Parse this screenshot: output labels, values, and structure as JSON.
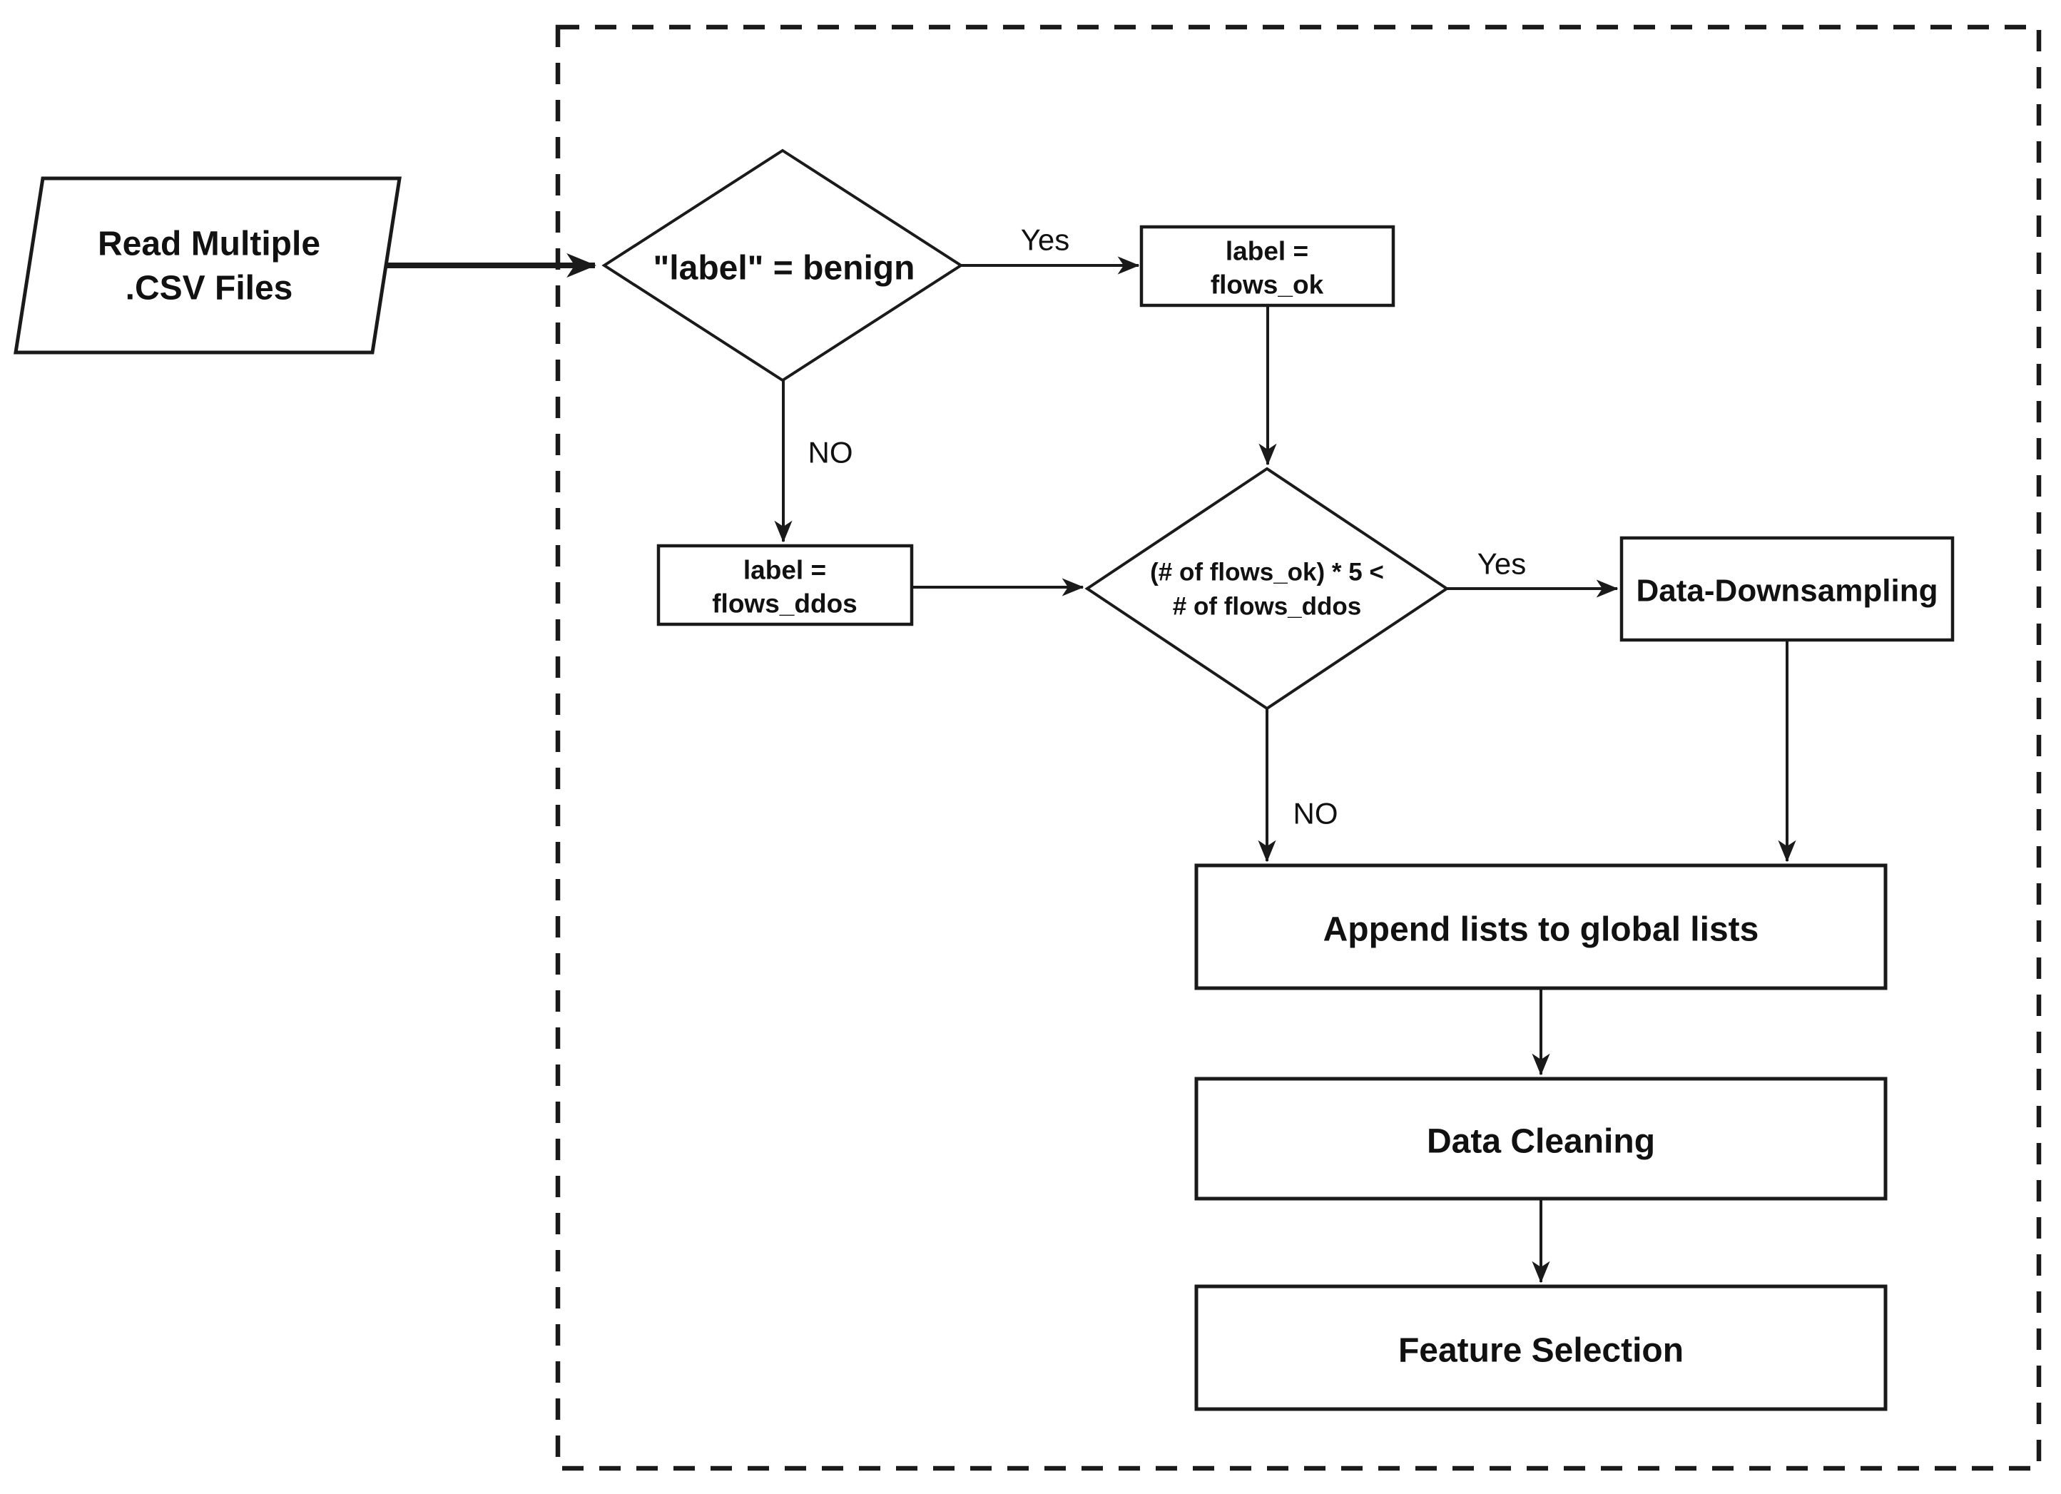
{
  "diagram": {
    "background_color": "#ffffff",
    "line_color": "#1a1a1a",
    "nodes": {
      "read_csv": {
        "line1": "Read Multiple",
        "line2": ".CSV Files"
      },
      "benign_check": {
        "label": "\"label\" = benign"
      },
      "flows_ok": {
        "line1": "label =",
        "line2": "flows_ok"
      },
      "flows_ddos": {
        "line1": "label =",
        "line2": "flows_ddos"
      },
      "ratio_check": {
        "line1": "(# of flows_ok) * 5 <",
        "line2": "# of flows_ddos"
      },
      "downsampling": {
        "label": "Data-Downsampling"
      },
      "append_global": {
        "label": "Append lists to global lists"
      },
      "data_cleaning": {
        "label": "Data Cleaning"
      },
      "feature_selection": {
        "label": "Feature Selection"
      }
    },
    "edge_labels": {
      "benign_yes": "Yes",
      "benign_no": "NO",
      "ratio_yes": "Yes",
      "ratio_no": "NO"
    }
  }
}
